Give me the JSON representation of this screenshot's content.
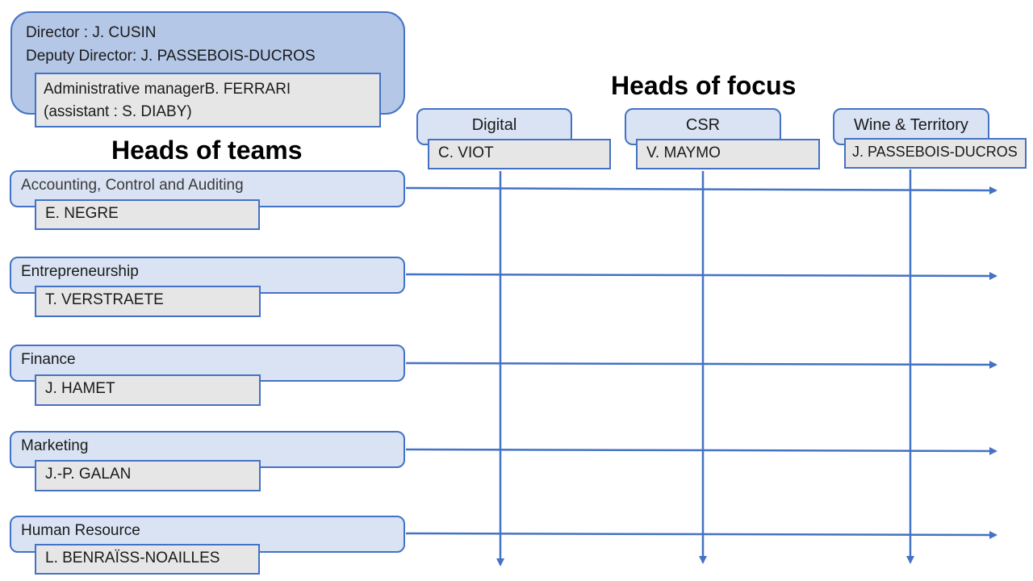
{
  "director": {
    "director_line": "Director : J. CUSIN",
    "deputy_line": "Deputy Director: J. PASSEBOIS-DUCROS",
    "admin_line1": "Administrative managerB. FERRARI",
    "admin_line2": "(assistant : S. DIABY)"
  },
  "headings": {
    "teams": "Heads of teams",
    "focus": "Heads of focus"
  },
  "teams": [
    {
      "label": "Accounting, Control and Auditing",
      "head": "E. NEGRE"
    },
    {
      "label": "Entrepreneurship",
      "head": "T. VERSTRAETE"
    },
    {
      "label": "Finance",
      "head": "J. HAMET"
    },
    {
      "label": "Marketing",
      "head": "J.-P. GALAN"
    },
    {
      "label": "Human Resource",
      "head": "L. BENRAÏSS-NOAILLES"
    }
  ],
  "focus": [
    {
      "label": "Digital",
      "head": "C. VIOT"
    },
    {
      "label": "CSR",
      "head": "V. MAYMO"
    },
    {
      "label": "Wine & Territory",
      "head": "J. PASSEBOIS-DUCROS"
    }
  ],
  "colors": {
    "border": "#4472c4",
    "director_fill": "#b4c7e7",
    "team_fill": "#dae3f3",
    "name_fill": "#e7e6e6"
  }
}
